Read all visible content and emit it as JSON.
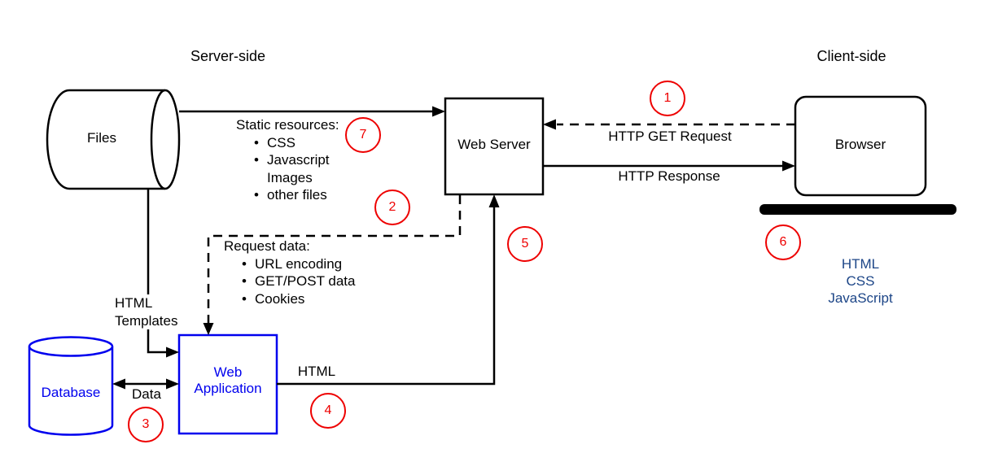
{
  "diagram": {
    "sections": {
      "server_side": "Server-side",
      "client_side": "Client-side"
    },
    "nodes": {
      "files": "Files",
      "web_server": "Web Server",
      "browser": "Browser",
      "database": "Database",
      "web_application": "Web Application"
    },
    "annotations": {
      "static_resources": {
        "title": "Static resources:",
        "items": [
          {
            "bullet": "•",
            "text": "CSS"
          },
          {
            "bullet": "•",
            "text": "Javascript"
          },
          {
            "bullet": "",
            "text": "Images"
          },
          {
            "bullet": "•",
            "text": "other files"
          }
        ]
      },
      "request_data": {
        "title": "Request data:",
        "items": [
          {
            "bullet": "•",
            "text": "URL encoding"
          },
          {
            "bullet": "•",
            "text": "GET/POST data"
          },
          {
            "bullet": "•",
            "text": "Cookies"
          }
        ]
      },
      "html_templates": {
        "line1": "HTML",
        "line2": "Templates"
      },
      "client_tech": {
        "line1": "HTML",
        "line2": "CSS",
        "line3": "JavaScript"
      }
    },
    "edges": {
      "http_get": "HTTP GET Request",
      "http_response": "HTTP Response",
      "data": "Data",
      "html": "HTML"
    },
    "steps": [
      "1",
      "2",
      "3",
      "4",
      "5",
      "6",
      "7"
    ],
    "colors": {
      "node_outline_blue": "#0000EE",
      "step_marker_red": "#EE0000",
      "client_tech_blue": "#1C4587",
      "line_black": "#000000"
    }
  }
}
